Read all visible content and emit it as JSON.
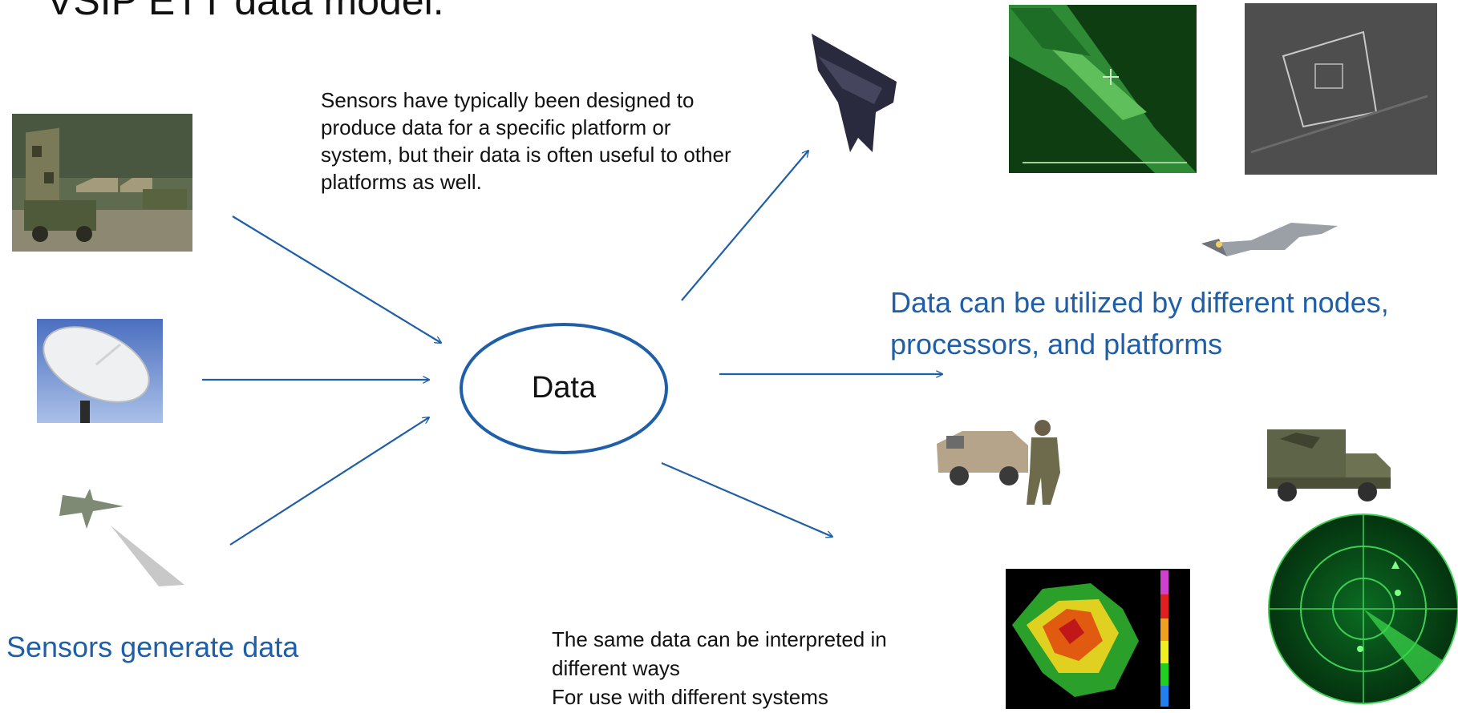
{
  "slide": {
    "title_fragment": "VSIP ETT data model.",
    "callout_text": "Sensors have typically been designed to produce data for a specific platform or system, but their data is often useful to other platforms as well.",
    "center_label": "Data",
    "sensors_label": "Sensors generate data",
    "utilization_label": "Data can be utilized by different nodes, processors, and platforms",
    "bottom_text_line1": "The same data can be interpreted in different ways",
    "bottom_text_line2": "For use with different systems"
  },
  "colors": {
    "accent_blue": "#1f5fa8",
    "arrow_blue": "#1f5fa8",
    "text": "#111111"
  },
  "icons": [
    "radar-vehicle-photo",
    "satellite-dish-photo",
    "uav-sensor-icon",
    "stealth-bomber-icon",
    "targeting-display-photo",
    "sar-image-photo",
    "fighter-jet-icon",
    "humvee-soldier-icon",
    "military-truck-icon",
    "weather-radar-image",
    "radar-scope-icon"
  ]
}
